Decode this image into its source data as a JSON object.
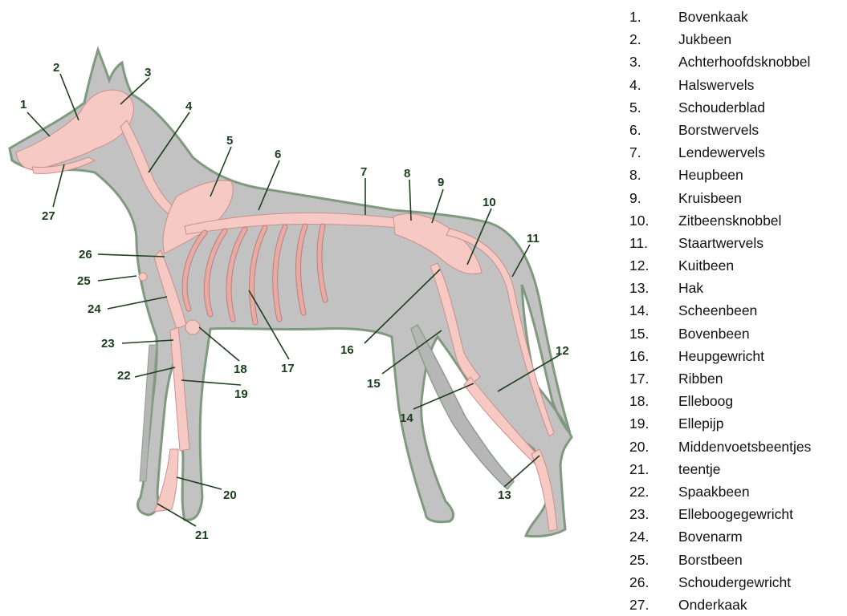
{
  "legend": [
    {
      "number": "1.",
      "name": "Bovenkaak"
    },
    {
      "number": "2.",
      "name": "Jukbeen"
    },
    {
      "number": "3.",
      "name": "Achterhoofdsknobbel"
    },
    {
      "number": "4.",
      "name": "Halswervels"
    },
    {
      "number": "5.",
      "name": "Schouderblad"
    },
    {
      "number": "6.",
      "name": "Borstwervels"
    },
    {
      "number": "7.",
      "name": "Lendewervels"
    },
    {
      "number": "8.",
      "name": "Heupbeen"
    },
    {
      "number": "9.",
      "name": "Kruisbeen"
    },
    {
      "number": "10.",
      "name": "Zitbeensknobbel"
    },
    {
      "number": "11.",
      "name": "Staartwervels"
    },
    {
      "number": "12.",
      "name": "Kuitbeen"
    },
    {
      "number": "13.",
      "name": "Hak"
    },
    {
      "number": "14.",
      "name": "Scheenbeen"
    },
    {
      "number": "15.",
      "name": "Bovenbeen"
    },
    {
      "number": "16.",
      "name": "Heupgewricht"
    },
    {
      "number": "17.",
      "name": "Ribben"
    },
    {
      "number": "18.",
      "name": "Elleboog"
    },
    {
      "number": "19.",
      "name": "Ellepijp"
    },
    {
      "number": "20.",
      "name": "Middenvoetsbeentjes"
    },
    {
      "number": "21.",
      "name": "teentje"
    },
    {
      "number": "22.",
      "name": "Spaakbeen"
    },
    {
      "number": "23.",
      "name": "Elleboogegewricht"
    },
    {
      "number": "24.",
      "name": "Bovenarm"
    },
    {
      "number": "25.",
      "name": "Borstbeen"
    },
    {
      "number": "26.",
      "name": "Schoudergewricht"
    },
    {
      "number": "27.",
      "name": "Onderkaak"
    }
  ],
  "callouts": [
    "1",
    "2",
    "3",
    "4",
    "5",
    "6",
    "7",
    "8",
    "9",
    "10",
    "11",
    "12",
    "13",
    "14",
    "15",
    "16",
    "17",
    "18",
    "19",
    "20",
    "21",
    "22",
    "23",
    "24",
    "25",
    "26",
    "27"
  ],
  "colors": {
    "body": "#c2c2c2",
    "outline": "#7f9a7f",
    "bone": "#f7c9c4",
    "label": "#1a3d1a"
  }
}
